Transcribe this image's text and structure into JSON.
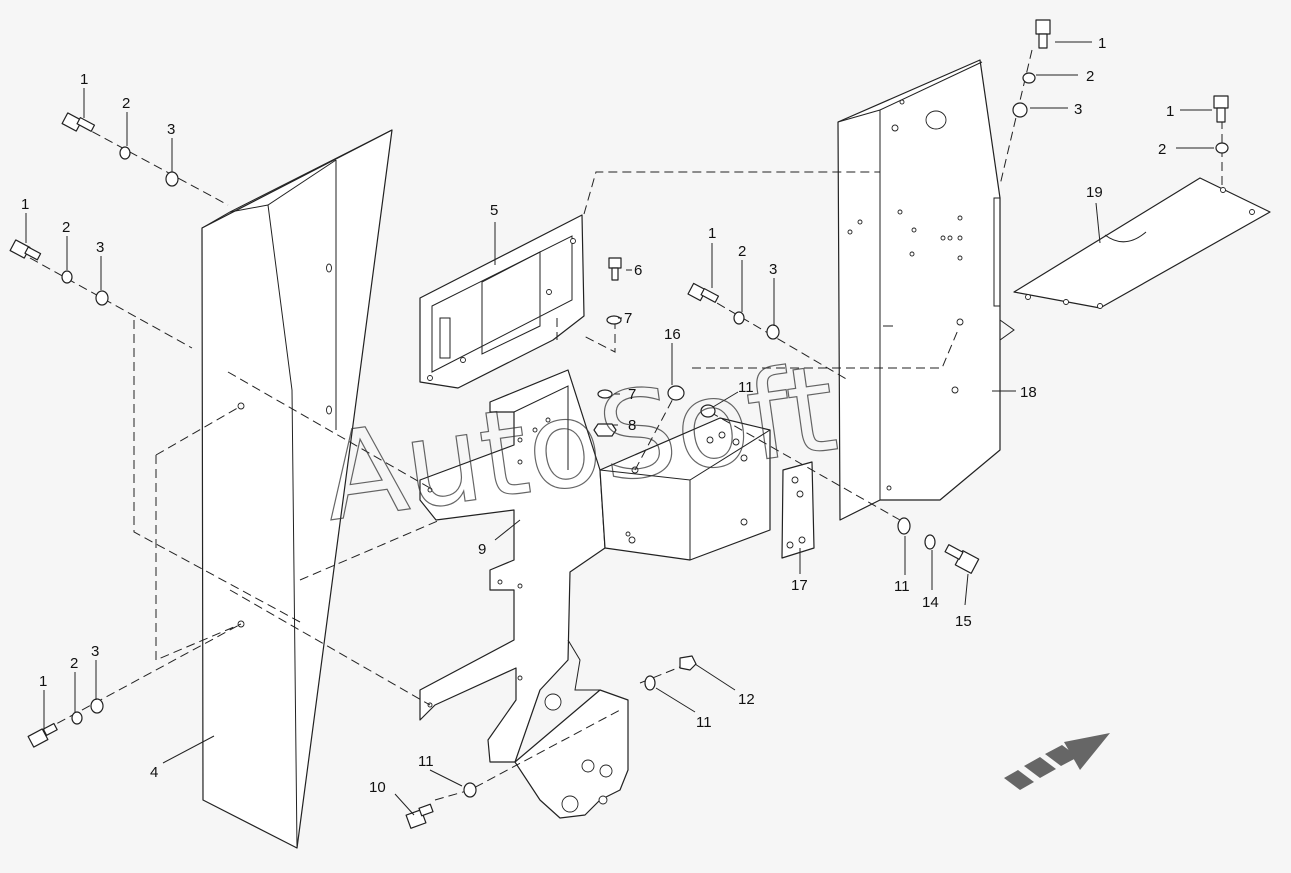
{
  "watermark": "AutoSoft",
  "colors": {
    "background": "#f6f6f6",
    "line": "#222222",
    "arrow": "#666666"
  },
  "callouts": {
    "c1a": "1",
    "c2a": "2",
    "c3a": "3",
    "c1b": "1",
    "c2b": "2",
    "c3b": "3",
    "c1c": "1",
    "c2c": "2",
    "c3c": "3",
    "c4": "4",
    "c5": "5",
    "c6": "6",
    "c7a": "7",
    "c7b": "7",
    "c8": "8",
    "c9": "9",
    "c10": "10",
    "c11a": "11",
    "c11b": "11",
    "c11c": "11",
    "c11d": "11",
    "c12": "12",
    "c1d": "1",
    "c2d": "2",
    "c3d": "3",
    "c16": "16",
    "c1e": "1",
    "c2e": "2",
    "c3e": "3",
    "c1f": "1",
    "c2f": "2",
    "c19": "19",
    "c18": "18",
    "c17": "17",
    "c14": "14",
    "c15": "15"
  },
  "icons": {
    "direction": "forward-direction-arrow-icon"
  }
}
